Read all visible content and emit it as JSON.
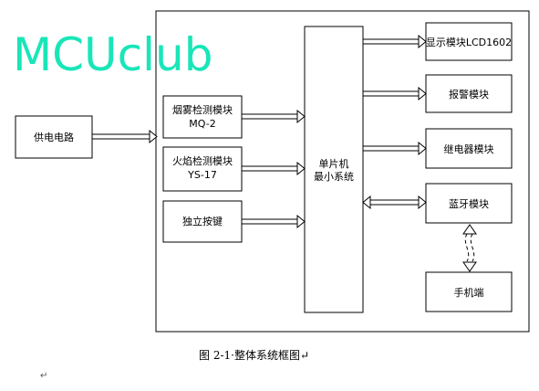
{
  "watermark": "MCUclub",
  "blocks": {
    "power": "供电电路",
    "smoke_line1": "烟雾检测模块",
    "smoke_line2": "MQ-2",
    "fire_line1": "火焰检测模块",
    "fire_line2": "YS-17",
    "key": "独立按键",
    "mcu_line1": "单片机",
    "mcu_line2": "最小系统",
    "display": "显示模块LCD1602",
    "alarm": "报警模块",
    "relay": "继电器模块",
    "bluetooth": "蓝牙模块",
    "phone": "手机端"
  },
  "caption": "图 2-1·整体系统框图↵",
  "paragraph_mark": "↵",
  "colors": {
    "watermark": "#19e6b8",
    "line": "#000000",
    "background": "#ffffff"
  }
}
